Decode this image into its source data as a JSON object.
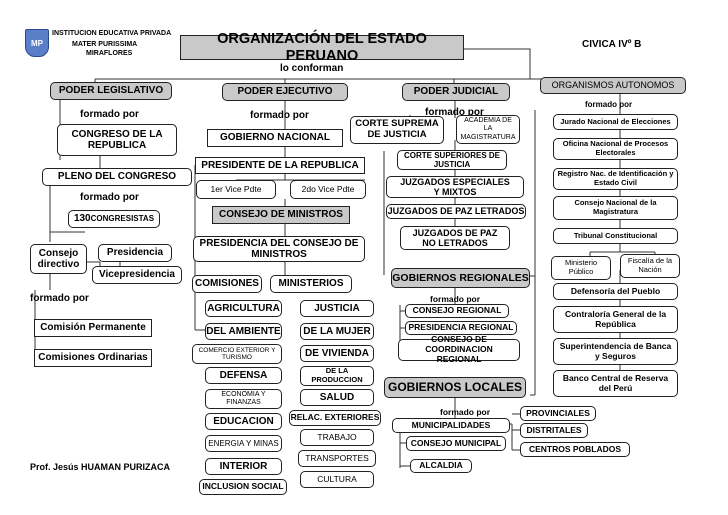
{
  "header": {
    "school": [
      "INSTITUCION EDUCATIVA PRIVADA",
      "MATER PURISSIMA",
      "MIRAFLORES"
    ],
    "title": "ORGANIZACIÓN DEL ESTADO PERUANO",
    "course": "CIVICA  IVº   B",
    "author": "Prof. Jesús HUAMAN PURIZACA",
    "conforman": "lo  conforman",
    "logo_text": "MP"
  },
  "legislativo": {
    "title": "PODER LEGISLATIVO",
    "formado": "formado por",
    "congreso": "CONGRESO DE LA REPUBLICA",
    "pleno": "PLENO DEL CONGRESO",
    "formado2": "formado por",
    "congresistas_num": "130",
    "congresistas": " CONGRESISTAS",
    "consejo": "Consejo directivo",
    "presidencia": "Presidencia",
    "vicepresidencia": "Vicepresidencia",
    "formado3": "formado por",
    "comision": "Comisión Permanente",
    "comisiones": "Comisiones Ordinarias"
  },
  "ejecutivo": {
    "title": "PODER EJECUTIVO",
    "formado": "formado por",
    "gobierno": "GOBIERNO NACIONAL",
    "presidente": "PRESIDENTE DE LA REPUBLICA",
    "vice1": "1er Vice Pdte",
    "vice2": "2do Vice Pdte",
    "consejo_ministros": "CONSEJO DE MINISTROS",
    "presidencia_consejo": "PRESIDENCIA DEL CONSEJO DE MINISTROS",
    "comisiones": "COMISIONES",
    "ministerios": "MINISTERIOS",
    "min_left": [
      "AGRICULTURA",
      "DEL AMBIENTE",
      "COMERCIO EXTERIOR Y TURISMO",
      "DEFENSA",
      "ECONOMIA Y FINANZAS",
      "EDUCACION",
      "ENERGIA Y MINAS",
      "INTERIOR",
      "INCLUSION SOCIAL"
    ],
    "min_right": [
      "JUSTICIA",
      "DE LA MUJER",
      "DE VIVIENDA",
      "DE LA PRODUCCION",
      "SALUD",
      "RELAC. EXTERIORES",
      "TRABAJO",
      "TRANSPORTES",
      "CULTURA"
    ]
  },
  "judicial": {
    "title": "PODER JUDICIAL",
    "formado": "formado por",
    "corte": "CORTE SUPREMA DE JUSTICIA",
    "academia": "ACADEMIA DE LA MAGISTRATURA",
    "superiores": "CORTE SUPERIORES DE JUSTICIA",
    "especiales": "JUZGADOS ESPECIALES Y MIXTOS",
    "paz_letrados": "JUZGADOS DE PAZ LETRADOS",
    "paz_no": "JUZGADOS DE PAZ NO LETRADOS"
  },
  "regionales": {
    "title": "GOBIERNOS REGIONALES",
    "formado": "formado por",
    "consejo": "CONSEJO REGIONAL",
    "presidencia": "PRESIDENCIA REGIONAL",
    "coordinacion": "CONSEJO DE COORDINACION REGIONAL"
  },
  "locales": {
    "title": "GOBIERNOS LOCALES",
    "formado": "formado por",
    "municipalidades": "MUNICIPALIDADES",
    "consejo": "CONSEJO MUNICIPAL",
    "alcaldia": "ALCALDIA",
    "provinciales": "PROVINCIALES",
    "distritales": "DISTRITALES",
    "centros": "CENTROS POBLADOS"
  },
  "autonomos": {
    "title": "ORGANISMOS AUTONOMOS",
    "formado": "formado por",
    "jurado": "Jurado Nacional de Elecciones",
    "onpe": "Oficina Nacional de Procesos Electorales",
    "reniec": "Registro Nac. de Identificación y Estado Civil",
    "cnm": "Consejo Nacional de la Magistratura",
    "tribunal": "Tribunal Constitucional",
    "ministerio": "Ministerio Público",
    "fiscalia": "Fiscalía de la Nación",
    "defensoria": "Defensoría del Pueblo",
    "contraloria": "Contraloría General de la República",
    "sbs": "Superintendencia de Banca y Seguros",
    "bcr": "Banco Central de Reserva del Perú"
  }
}
